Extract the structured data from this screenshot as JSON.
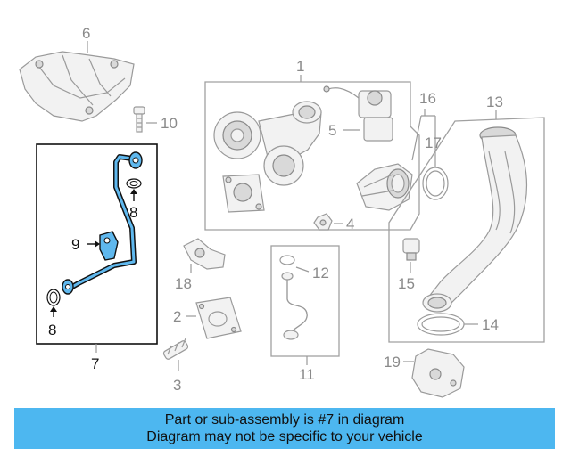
{
  "callouts": {
    "c1": "1",
    "c2": "2",
    "c3": "3",
    "c4": "4",
    "c5": "5",
    "c6": "6",
    "c7": "7",
    "c8a": "8",
    "c8b": "8",
    "c9": "9",
    "c10": "10",
    "c11": "11",
    "c12": "12",
    "c13": "13",
    "c14": "14",
    "c15": "15",
    "c16": "16",
    "c17": "17",
    "c18": "18",
    "c19": "19"
  },
  "highlight": {
    "color": "#5fb8ee",
    "part_number": "7"
  },
  "banner": {
    "line1": "Part or sub-assembly is #7 in diagram",
    "line2": "Diagram may not be specific to your vehicle",
    "color": "#4db7f0"
  }
}
